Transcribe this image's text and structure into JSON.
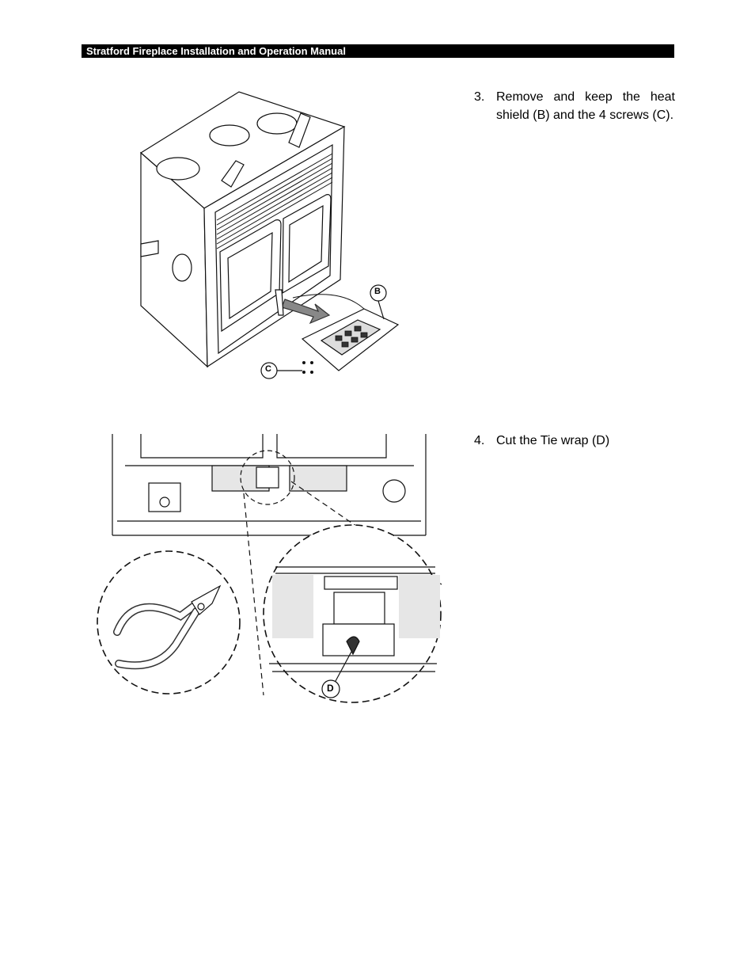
{
  "header": {
    "title": "Stratford Fireplace Installation and Operation Manual"
  },
  "steps": [
    {
      "number": "3.",
      "text": "Remove and keep the heat shield (B) and the 4 screws (C)."
    },
    {
      "number": "4.",
      "text": "Cut the Tie wrap (D)"
    }
  ],
  "figure1": {
    "callouts": {
      "b": "B",
      "c": "C"
    }
  },
  "figure2": {
    "callouts": {
      "d": "D"
    }
  }
}
